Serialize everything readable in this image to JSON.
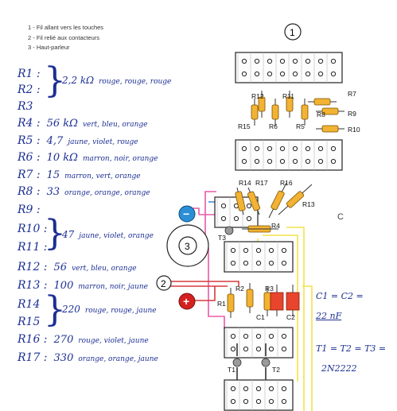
{
  "legend": [
    "1 - Fil allant vers les touches",
    "2 - Fil relié aux contacteurs",
    "3 - Haut-parleur"
  ],
  "notes": [
    {
      "ref": "R1 :",
      "value": "",
      "colors": ""
    },
    {
      "ref": "R2 :",
      "value": "",
      "colors": ""
    },
    {
      "ref": "R3",
      "value": "",
      "colors": ""
    },
    {
      "ref": "R4 :",
      "value": "56 kΩ",
      "colors": "vert, bleu, orange"
    },
    {
      "ref": "R5 :",
      "value": "4,7",
      "colors": "jaune, violet, rouge"
    },
    {
      "ref": "R6 :",
      "value": "10 kΩ",
      "colors": "marron, noir, orange"
    },
    {
      "ref": "R7 :",
      "value": "15",
      "colors": "marron, vert, orange"
    },
    {
      "ref": "R8 :",
      "value": "33",
      "colors": "orange, orange, orange"
    },
    {
      "ref": "R9 :",
      "value": "",
      "colors": ""
    },
    {
      "ref": "R10 :",
      "value": "",
      "colors": ""
    },
    {
      "ref": "R11 :",
      "value": "",
      "colors": ""
    },
    {
      "ref": "R12 :",
      "value": "56",
      "colors": "vert, bleu, orange"
    },
    {
      "ref": "R13 :",
      "value": "100",
      "colors": "marron, noir, jaune"
    },
    {
      "ref": "R14",
      "value": "",
      "colors": ""
    },
    {
      "ref": "R15",
      "value": "",
      "colors": ""
    },
    {
      "ref": "R16 :",
      "value": "270",
      "colors": "rouge, violet, jaune"
    },
    {
      "ref": "R17 :",
      "value": "330",
      "colors": "orange, orange, jaune"
    }
  ],
  "groups": [
    {
      "value": "2,2 kΩ",
      "colors": "rouge, rouge, rouge"
    },
    {
      "value": "47",
      "colors": "jaune, violet, orange"
    },
    {
      "value": "220",
      "colors": "rouge, rouge, jaune"
    }
  ],
  "caps_note": "C1 = C2 =",
  "caps_value": "22 nF",
  "trans_note": "T1 = T2 = T3 =",
  "trans_value": "2N2222",
  "markers": {
    "one": "1",
    "two": "2",
    "three": "3",
    "minus": "−",
    "plus": "+",
    "c": "C"
  },
  "labels": {
    "R1": "R1",
    "R2": "R2",
    "R3": "R3",
    "R4": "R4",
    "R5": "R5",
    "R6": "R6",
    "R7": "R7",
    "R8": "R8",
    "R9": "R9",
    "R10": "R10",
    "R11": "R11",
    "R12": "R12",
    "R13": "R13",
    "R14": "R14",
    "R15": "R15",
    "R16": "R16",
    "R17": "R17",
    "C1": "C1",
    "C2": "C2",
    "T1": "T1",
    "T2": "T2",
    "T3": "T3"
  },
  "colors": {
    "ink": "#1c2f93",
    "resistor": "#f2b233",
    "capacitor": "#e8452c",
    "minus": "#2b8fd6",
    "plus": "#d42020",
    "wire_yellow": "#f4e24a",
    "wire_red": "#d63b3b",
    "wire_pink": "#e85aa8",
    "wire_blue": "#4a8fd9"
  }
}
